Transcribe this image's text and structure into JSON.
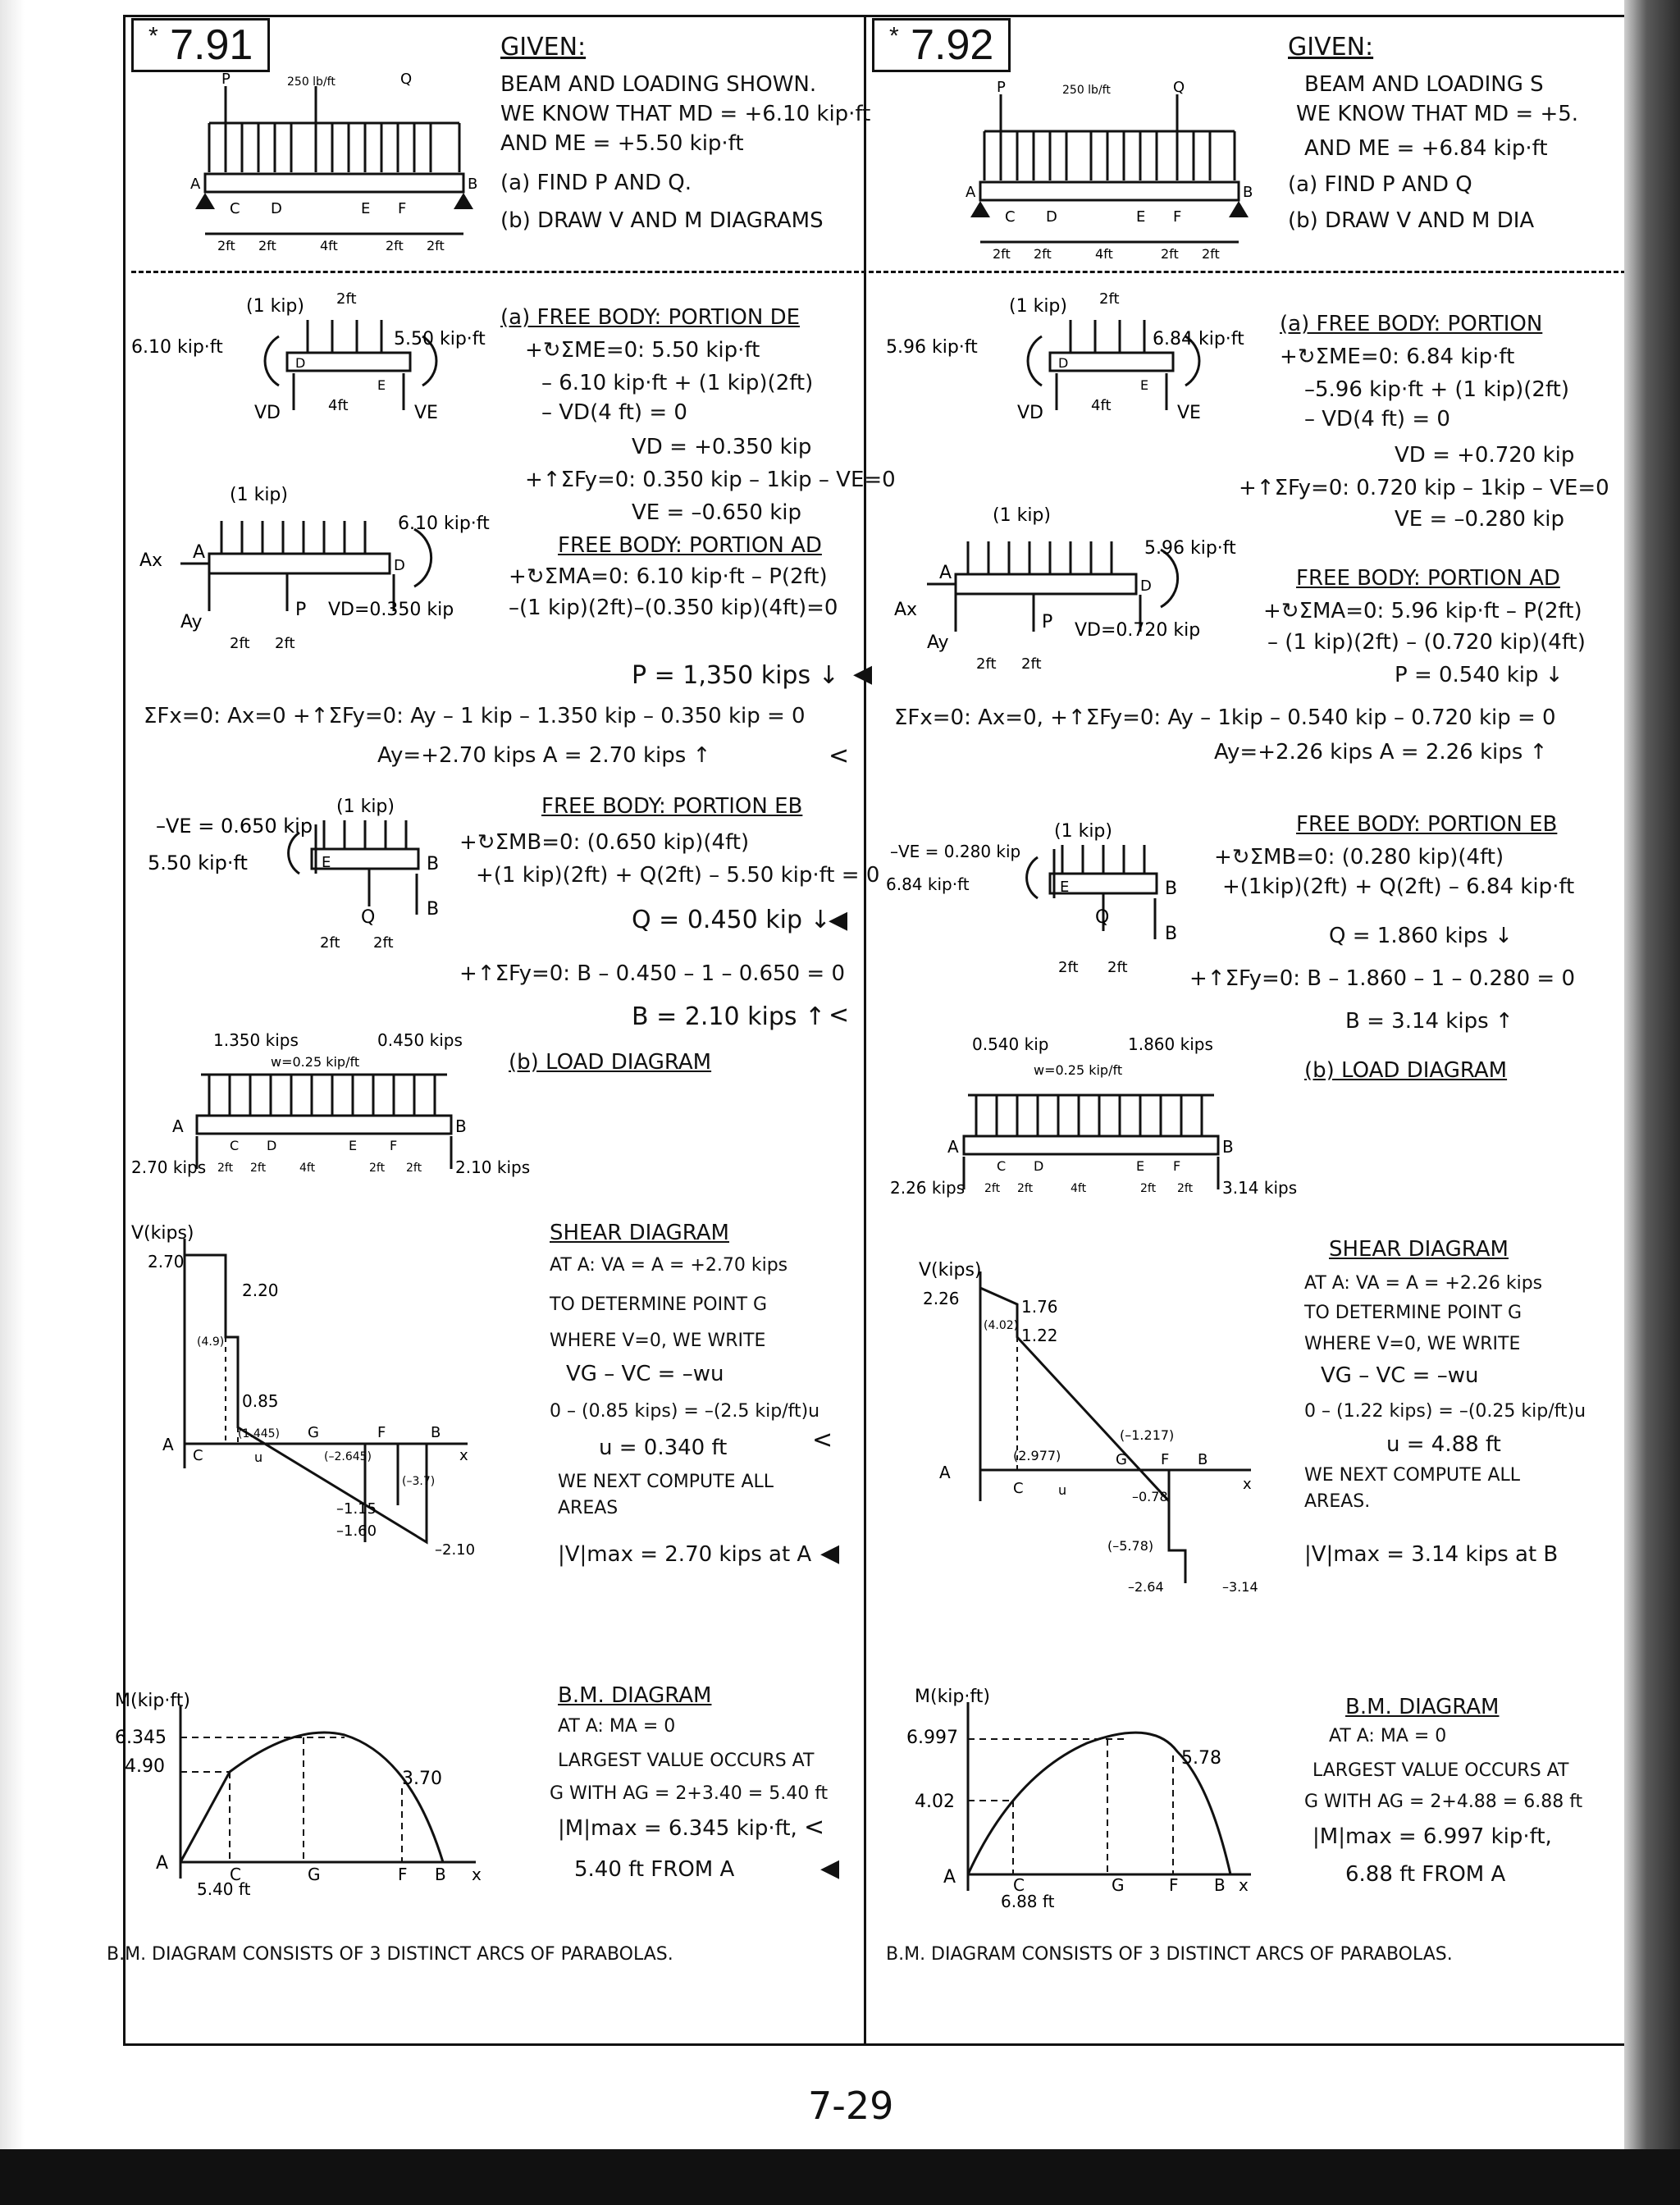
{
  "p791": {
    "number": "7.91",
    "given": {
      "title": "GIVEN:",
      "lines": [
        "BEAM AND LOADING SHOWN.",
        "WE KNOW THAT MD = +6.10 kip·ft",
        "AND ME = +5.50 kip·ft",
        "(a) FIND P AND Q.",
        "(b) DRAW V AND M DIAGRAMS"
      ]
    },
    "beam_labels": [
      "P",
      "Q",
      "250 lb/ft",
      "A",
      "C",
      "D",
      "E",
      "F",
      "B",
      "2ft",
      "2ft",
      "4ft",
      "2ft",
      "2ft"
    ],
    "fbd_de": {
      "title": "(a) FREE BODY: PORTION DE",
      "lines": [
        "+↻ΣME=0: 5.50 kip·ft",
        "– 6.10 kip·ft + (1 kip)(2ft)",
        "– VD(4 ft) = 0",
        "VD = +0.350 kip",
        "+↑ΣFy=0: 0.350 kip – 1kip – VE=0",
        "VE = –0.650 kip"
      ],
      "sketch": [
        "(1 kip)",
        "2ft",
        "6.10 kip·ft",
        "5.50 kip·ft",
        "D",
        "E",
        "VD",
        "4ft",
        "VE"
      ]
    },
    "fbd_ad": {
      "title": "FREE BODY: PORTION AD",
      "lines": [
        "+↻ΣMA=0: 6.10 kip·ft – P(2ft)",
        "–(1 kip)(2ft)–(0.350 kip)(4ft)=0",
        "P = 1,350 kips ↓"
      ],
      "sketch": [
        "(1 kip)",
        "6.10 kip·ft",
        "Ax",
        "A",
        "Ay",
        "P",
        "VD=0.350 kip",
        "2ft",
        "2ft",
        "D"
      ]
    },
    "sum_line": "ΣFx=0: Ax=0   +↑ΣFy=0: Ay – 1 kip – 1.350 kip – 0.350 kip = 0",
    "ay_line": "Ay=+2.70 kips     A = 2.70 kips ↑",
    "fbd_eb": {
      "title": "FREE BODY: PORTION EB",
      "lines": [
        "+↻ΣMB=0: (0.650 kip)(4ft)",
        "+(1 kip)(2ft) + Q(2ft) – 5.50 kip·ft = 0",
        "Q = 0.450 kip ↓",
        "+↑ΣFy=0: B – 0.450 – 1 – 0.650 = 0",
        "B = 2.10 kips ↑"
      ],
      "sketch": [
        "(1 kip)",
        "–VE = 0.650 kip",
        "5.50 kip·ft",
        "E",
        "B",
        "Q",
        "B",
        "2ft",
        "2ft"
      ]
    },
    "load": {
      "title": "(b) LOAD DIAGRAM",
      "labels": [
        "1.350 kips",
        "0.450 kips",
        "w=0.25 kip/ft",
        "A",
        "B",
        "C",
        "D",
        "E",
        "F",
        "2.70 kips",
        "2ft",
        "2ft",
        "4ft",
        "2ft",
        "2ft",
        "2.10 kips"
      ]
    },
    "shear": {
      "axis": "V(kips)",
      "values": [
        "2.70",
        "2.20",
        "0.85",
        "(1.445)",
        "(–2.645)",
        "(–3.7)",
        "–1.15",
        "–1.60",
        "–2.10",
        "(4.9)"
      ],
      "points": [
        "A",
        "C",
        "u",
        "G",
        "F",
        "B",
        "x"
      ],
      "title": "SHEAR DIAGRAM",
      "lines": [
        "AT A: VA = A = +2.70 kips",
        "TO DETERMINE POINT G",
        "WHERE V=0, WE WRITE",
        "VG – VC = –wu",
        "0 – (0.85 kips) = –(2.5 kip/ft)u",
        "u = 0.340 ft",
        "WE NEXT COMPUTE ALL",
        "AREAS",
        "|V|max = 2.70 kips at A"
      ]
    },
    "moment": {
      "axis": "M(kip·ft)",
      "values": [
        "6.345",
        "4.90",
        "3.70",
        "5.40 ft"
      ],
      "points": [
        "A",
        "C",
        "G",
        "F",
        "B",
        "x"
      ],
      "title": "B.M. DIAGRAM",
      "lines": [
        "AT A: MA = 0",
        "LARGEST VALUE OCCURS AT",
        "G WITH AG = 2+3.40 = 5.40 ft",
        "|M|max = 6.345 kip·ft,",
        "5.40 ft FROM A"
      ]
    },
    "footer": "B.M. DIAGRAM CONSISTS OF 3 DISTINCT ARCS OF PARABOLAS."
  },
  "p792": {
    "number": "7.92",
    "given": {
      "title": "GIVEN:",
      "lines": [
        "BEAM AND LOADING S",
        "WE KNOW THAT MD = +5.",
        "AND ME = +6.84 kip·ft",
        "(a) FIND P AND Q",
        "(b) DRAW V AND M DIA"
      ]
    },
    "beam_labels": [
      "P",
      "Q",
      "250 lb/ft",
      "A",
      "C",
      "D",
      "E",
      "F",
      "B",
      "2ft",
      "2ft",
      "4ft",
      "2ft",
      "2ft"
    ],
    "fbd_de": {
      "title": "(a) FREE BODY: PORTION",
      "lines": [
        "+↻ΣME=0: 6.84 kip·ft",
        "–5.96 kip·ft + (1 kip)(2ft)",
        "– VD(4 ft) = 0",
        "VD = +0.720 kip",
        "+↑ΣFy=0: 0.720 kip – 1kip – VE=0",
        "VE = –0.280 kip"
      ],
      "sketch": [
        "(1 kip)",
        "2ft",
        "5.96 kip·ft",
        "6.84 kip·ft",
        "D",
        "E",
        "VD",
        "4ft",
        "VE"
      ]
    },
    "fbd_ad": {
      "title": "FREE BODY: PORTION AD",
      "lines": [
        "+↻ΣMA=0: 5.96 kip·ft – P(2ft)",
        "– (1 kip)(2ft) – (0.720 kip)(4ft)",
        "P = 0.540 kip ↓"
      ],
      "sketch": [
        "(1 kip)",
        "5.96 kip·ft",
        "Ax",
        "A",
        "Ay",
        "P",
        "VD=0.720 kip",
        "2ft",
        "2ft",
        "D"
      ]
    },
    "sum_line": "ΣFx=0: Ax=0, +↑ΣFy=0: Ay – 1kip – 0.540 kip – 0.720 kip = 0",
    "ay_line": "Ay=+2.26 kips     A = 2.26 kips ↑",
    "fbd_eb": {
      "title": "FREE BODY: PORTION EB",
      "lines": [
        "+↻ΣMB=0: (0.280 kip)(4ft)",
        "+(1kip)(2ft) + Q(2ft) – 6.84 kip·ft",
        "Q = 1.860 kips ↓",
        "+↑ΣFy=0: B – 1.860 – 1 – 0.280 = 0",
        "B = 3.14 kips ↑"
      ],
      "sketch": [
        "(1 kip)",
        "–VE = 0.280 kip",
        "6.84 kip·ft",
        "E",
        "B",
        "Q",
        "B",
        "2ft",
        "2ft"
      ]
    },
    "load": {
      "title": "(b) LOAD DIAGRAM",
      "labels": [
        "0.540 kip",
        "1.860 kips",
        "w=0.25 kip/ft",
        "A",
        "B",
        "C",
        "D",
        "E",
        "F",
        "2.26 kips",
        "2ft",
        "2ft",
        "4ft",
        "2ft",
        "2ft",
        "3.14 kips"
      ]
    },
    "shear": {
      "axis": "V(kips)",
      "values": [
        "2.26",
        "1.76",
        "1.22",
        "(4.02)",
        "(2.977)",
        "(–1.217)",
        "–0.78",
        "(–5.78)",
        "–2.64",
        "–3.14"
      ],
      "points": [
        "A",
        "C",
        "u",
        "G",
        "F",
        "B",
        "x"
      ],
      "title": "SHEAR DIAGRAM",
      "lines": [
        "AT A: VA = A = +2.26 kips",
        "TO DETERMINE POINT G",
        "WHERE V=0, WE WRITE",
        "VG – VC = –wu",
        "0 – (1.22 kips) = –(0.25 kip/ft)u",
        "u = 4.88 ft",
        "WE NEXT COMPUTE ALL",
        "AREAS.",
        "|V|max = 3.14 kips at B"
      ]
    },
    "moment": {
      "axis": "M(kip·ft)",
      "values": [
        "6.997",
        "4.02",
        "5.78",
        "6.88 ft"
      ],
      "points": [
        "A",
        "C",
        "G",
        "F",
        "B",
        "x"
      ],
      "title": "B.M. DIAGRAM",
      "lines": [
        "AT A: MA = 0",
        "LARGEST VALUE OCCURS AT",
        "G WITH AG = 2+4.88 = 6.88 ft",
        "|M|max = 6.997 kip·ft,",
        "6.88 ft FROM A"
      ]
    },
    "footer": "B.M. DIAGRAM CONSISTS OF 3 DISTINCT ARCS OF PARABOLAS."
  },
  "page_number": "7-29"
}
